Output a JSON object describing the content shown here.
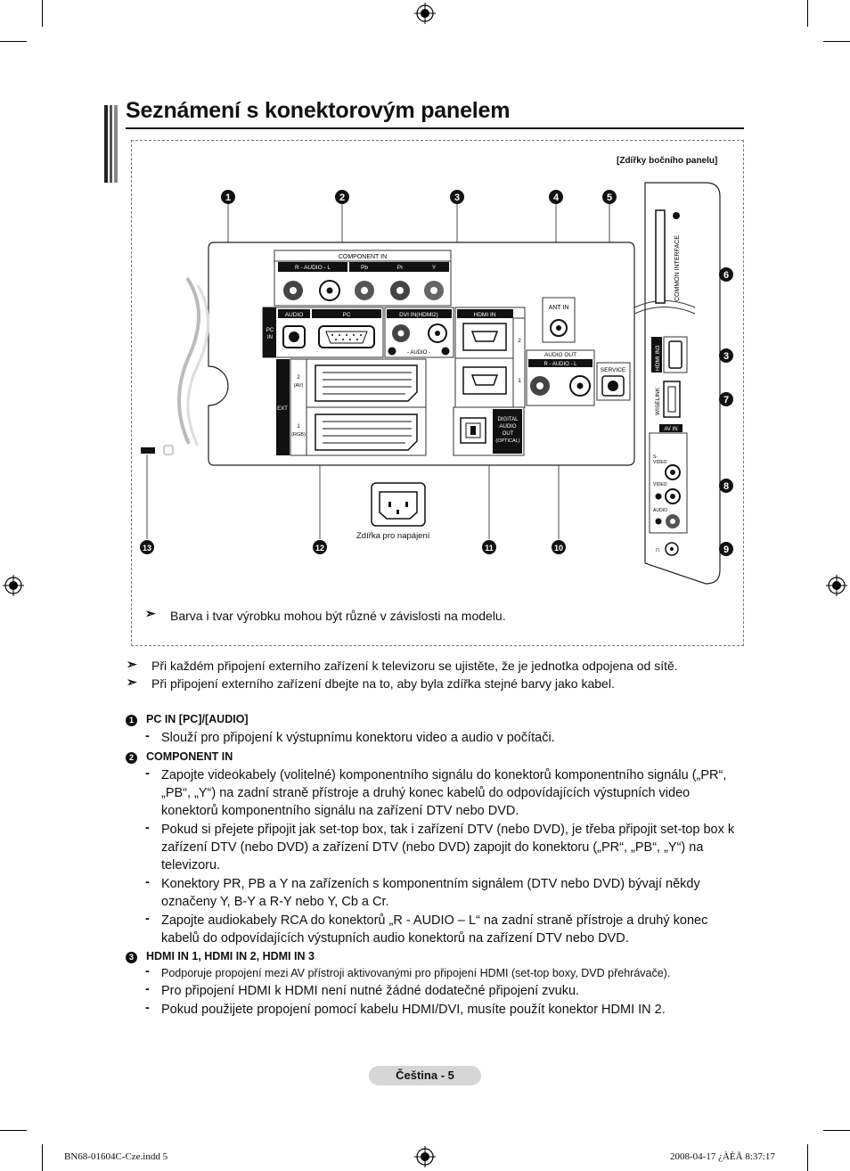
{
  "page": {
    "title": "Seznámení s konektorovým panelem",
    "footer_label": "Čeština - 5",
    "print_file": "BN68-01604C-Cze.indd   5",
    "print_date": "2008-04-17   ¿ÀÈÄ 8:37:17"
  },
  "diagram": {
    "side_panel_caption": "[Zdířky bočního panelu]",
    "callouts": [
      "1",
      "2",
      "3",
      "4",
      "5",
      "6",
      "3",
      "7",
      "8",
      "9",
      "10",
      "11",
      "12",
      "13"
    ],
    "labels": {
      "component_in": "COMPONENT IN",
      "r_audio_l": "R - AUDIO - L",
      "pb": "Pb",
      "pr": "Pr",
      "y": "Y",
      "audio": "AUDIO",
      "pc": "PC",
      "pc_in": "PC IN",
      "dvi_in": "DVI IN(HDMI2)",
      "hdmi_in": "HDMI IN",
      "ant_in": "ANT IN",
      "audio_out": "AUDIO OUT",
      "service": "SERVICE",
      "ext": "EXT",
      "ext2": "2 (AV)",
      "ext1": "1 (RGB)",
      "digital_audio_out": "DIGITAL AUDIO OUT (OPTICAL)",
      "power": "Zdířka pro napájení",
      "common_interface": "COMMON INTERFACE",
      "hdmi_in3": "HDMI IN3",
      "wiselink": "WISELINK",
      "av_in": "AV IN",
      "svideo": "S-VIDEO",
      "video": "VIDEO",
      "audio_side": "AUDIO",
      "hdmi_port2": "2",
      "hdmi_port1": "1"
    },
    "note": "Barva i tvar výrobku mohou být různé v závislosti na modelu."
  },
  "notes": [
    "Při každém připojení externího zařízení k televizoru se ujistěte, že je jednotka odpojena od sítě.",
    "Při připojení externího zařízení dbejte na to, aby byla zdířka stejné barvy jako kabel."
  ],
  "sections": [
    {
      "num": "1",
      "heading": "PC IN [PC]/[AUDIO]",
      "items": [
        "Slouží pro připojení k výstupnímu konektoru video a audio v počítači."
      ]
    },
    {
      "num": "2",
      "heading": "COMPONENT IN",
      "items": [
        "Zapojte videokabely (volitelné) komponentního signálu do konektorů komponentního signálu („PR“, „PB“, „Y“) na zadní straně přístroje a druhý konec kabelů do odpovídajících výstupních video konektorů komponentního signálu na zařízení DTV nebo DVD.",
        "Pokud si přejete připojit jak set-top box, tak i zařízení DTV (nebo DVD), je třeba připojit set-top box k zařízení DTV (nebo DVD) a zařízení DTV (nebo DVD) zapojit do konektoru („PR“, „PB“, „Y“) na televizoru.",
        "Konektory PR, PB a Y na zařízeních s komponentním signálem (DTV nebo DVD) bývají někdy označeny Y, B-Y a R-Y nebo Y, Cb a Cr.",
        "Zapojte audiokabely RCA do konektorů „R - AUDIO – L“ na zadní straně přístroje a druhý konec kabelů do odpovídajících výstupních audio konektorů na zařízení DTV nebo DVD."
      ]
    },
    {
      "num": "3",
      "heading": "HDMI IN 1, HDMI IN 2, HDMI IN 3",
      "items": [
        "Podporuje propojení mezi AV přístroji aktivovanými pro připojení HDMI (set-top boxy, DVD přehrávače).",
        "Pro připojení HDMI k HDMI není nutné žádné dodatečné připojení zvuku.",
        "Pokud použijete propojení pomocí kabelu HDMI/DVI, musíte použít konektor HDMI IN 2."
      ]
    }
  ]
}
